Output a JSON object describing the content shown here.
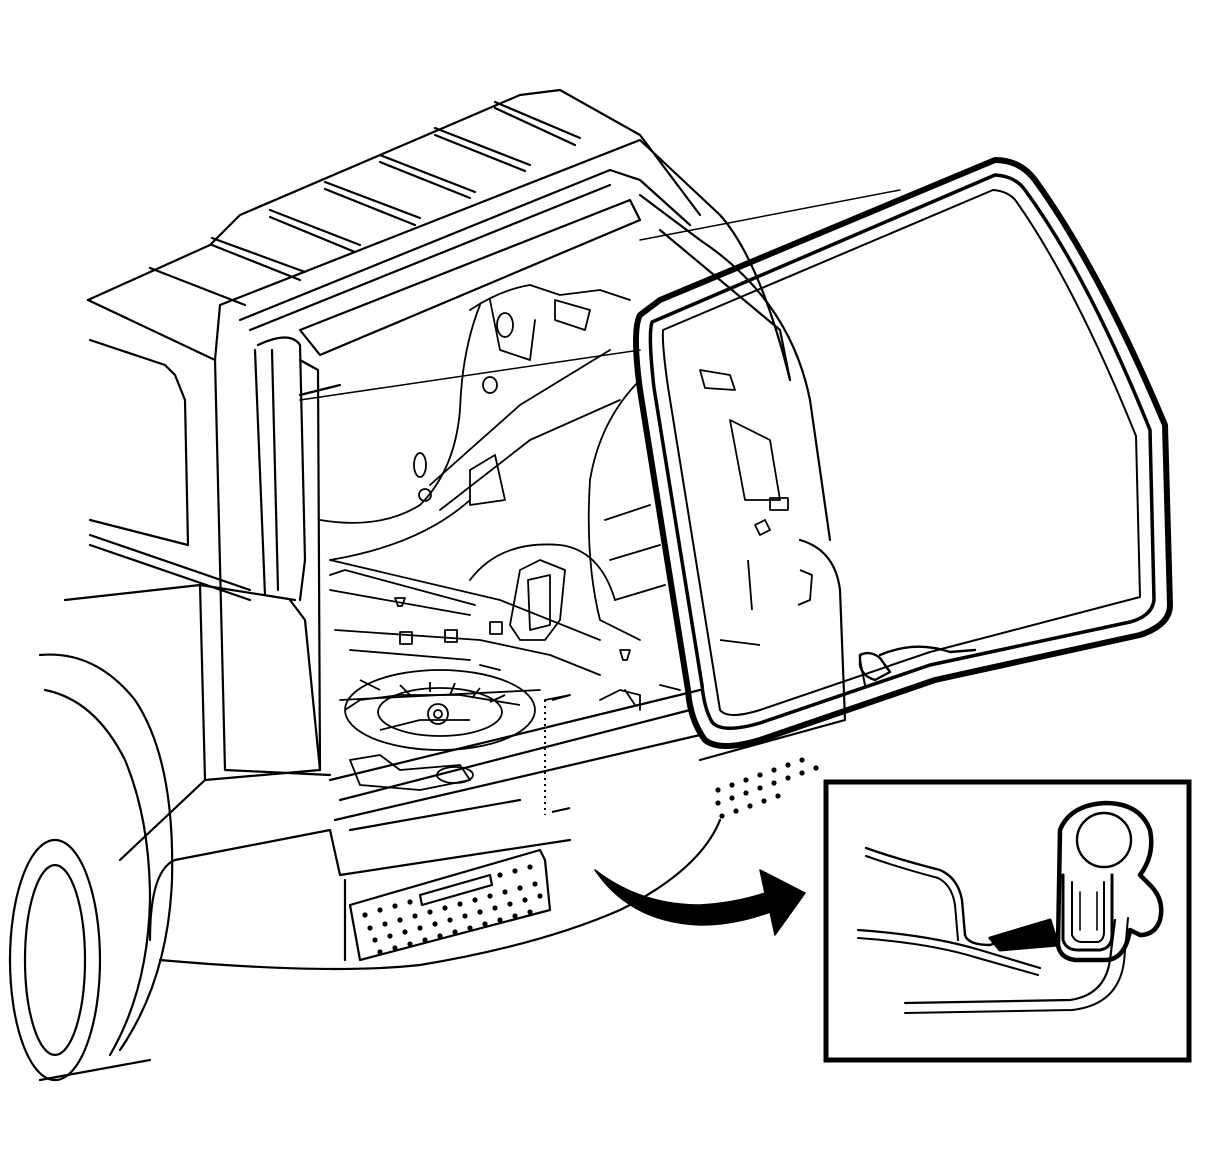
{
  "diagram": {
    "kind": "technical line illustration",
    "parts": [
      {
        "id": "vehicle-body",
        "icon": "suv-rear-body"
      },
      {
        "id": "liftgate-opening",
        "icon": "opening-frame"
      },
      {
        "id": "cargo-floor",
        "icon": "cargo-floor"
      },
      {
        "id": "spare-tire",
        "icon": "spare-tire"
      },
      {
        "id": "weatherstrip",
        "icon": "door-seal-loop"
      },
      {
        "id": "detail-inset",
        "icon": "seal-cross-section"
      },
      {
        "id": "callout-arrow",
        "icon": "curved-arrow"
      }
    ],
    "colors": {
      "ink": "#000000",
      "paper": "#ffffff"
    }
  }
}
